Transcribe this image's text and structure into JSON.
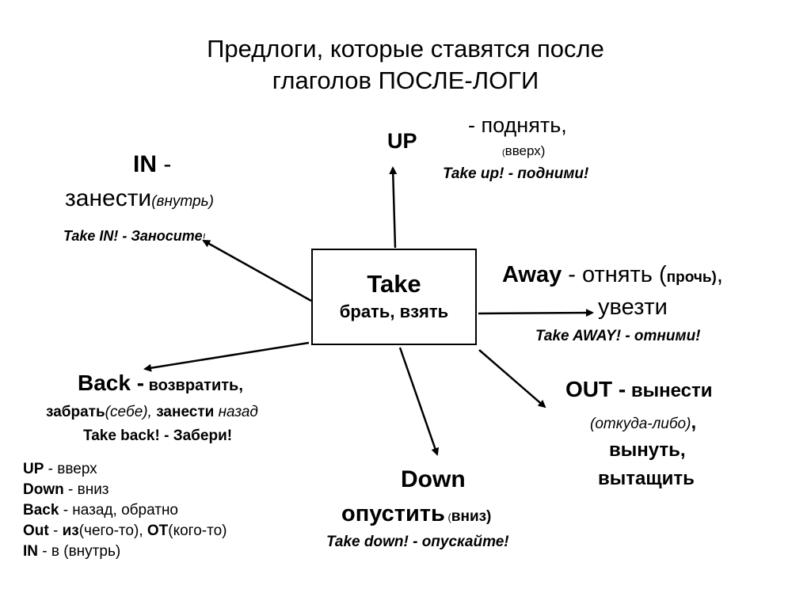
{
  "title": {
    "line1": "Предлоги, которые ставятся после",
    "line2": "глаголов ПОСЛЕ-ЛОГИ"
  },
  "center": {
    "word": "Take",
    "translation": "брать, взять"
  },
  "up": {
    "word": "UP",
    "meaning": "- поднять,",
    "paren_open": "(",
    "gloss": "вверх)",
    "example": "Take up! - подними!"
  },
  "in": {
    "word": "IN",
    "dash": " -",
    "meaning": "занести",
    "gloss": "(внутрь)",
    "example_text": "Take IN! - Заносите",
    "example_end": "!"
  },
  "away": {
    "word": "Away",
    "meaning": " - отнять (",
    "gloss": "прочь)",
    "comma": ",",
    "meaning2": "увезти",
    "example": "Take AWAY! - отними!"
  },
  "back": {
    "word": "Back -",
    "meaning": " возвратить,",
    "meaning2": "забрать",
    "gloss": "(себе),",
    "meaning3": " занести",
    "gloss2": " назад",
    "example": "Take back! -  Забери!"
  },
  "out": {
    "word": "OUT -",
    "meaning": " вынести",
    "gloss": "(откуда-либо)",
    "comma": ",",
    "meaning2": "вынуть,",
    "meaning3": "вытащить"
  },
  "down": {
    "word": "Down",
    "meaning": "опустить",
    "paren_open": " (",
    "gloss": "вниз)",
    "example": "Take down! - опускайте!"
  },
  "legend": [
    {
      "key": "UP",
      "text": " - вверх"
    },
    {
      "key": "Down",
      "text": " - вниз"
    },
    {
      "key": "Back",
      "text": " - назад, обратно"
    },
    {
      "key": "Out",
      "text": " - ",
      "key2": "из",
      "text2": "(чего-то), ",
      "key3": "ОТ",
      "text3": "(кого-то)"
    },
    {
      "key": "IN",
      "text": " - в (внутрь)"
    }
  ]
}
